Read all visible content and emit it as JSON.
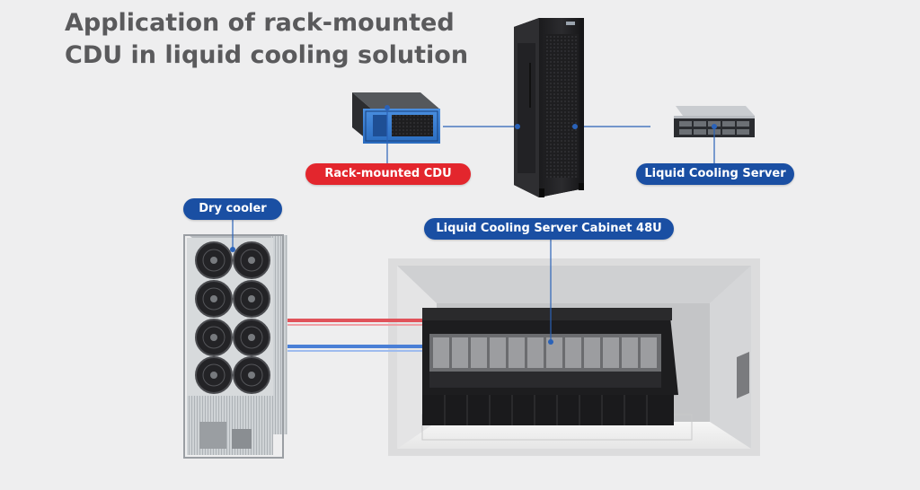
{
  "title": {
    "line1": "Application of rack-mounted",
    "line2": "CDU in liquid cooling solution"
  },
  "labels": {
    "cdu": "Rack-mounted CDU",
    "server": "Liquid Cooling Server",
    "dry_cooler": "Dry cooler",
    "cabinet": "Liquid Cooling Server Cabinet 48U"
  },
  "colors": {
    "background": "#eeeeef",
    "title_text": "#5a5a5c",
    "label_blue": "#1a4fa3",
    "label_red": "#e3262d",
    "connector": "#2a62b8",
    "cdu_blue": "#2f79d0",
    "pipe_hot": "#e0525a",
    "pipe_cold": "#4a7fd6"
  }
}
